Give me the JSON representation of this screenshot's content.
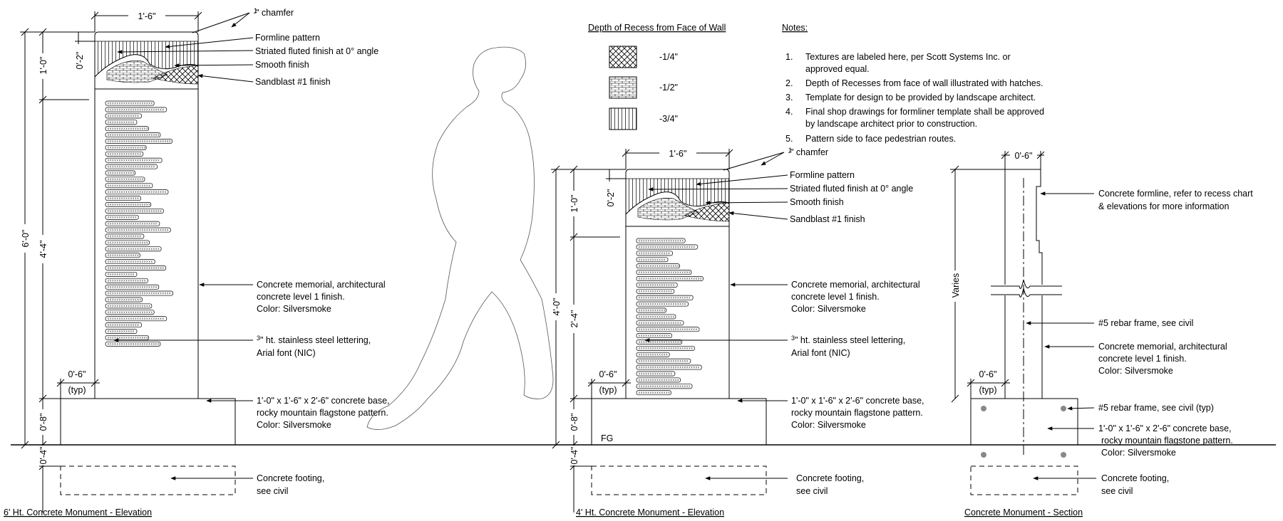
{
  "elevation_6ft": {
    "title": "6' Ht. Concrete Monument - Elevation",
    "dims": {
      "width_top": "1'-6\"",
      "overall_height": "6'-0\"",
      "cap": "1'-0\"",
      "cap_recess": "0'-2\"",
      "body": "4'-4\"",
      "base": "0'-8\"",
      "footing": "0'-4\"",
      "offset": "0'-6\"",
      "offset_typ": "(typ)"
    },
    "notes": {
      "chamfer_num": "1",
      "chamfer_den": "2",
      "chamfer_suffix": "\" chamfer",
      "formline": "Formline pattern",
      "striated": "Striated fluted finish at 0° angle",
      "smooth": "Smooth finish",
      "sandblast": "Sandblast #1 finish",
      "memorial_1": "Concrete memorial, architectural",
      "memorial_2": "concrete level 1 finish.",
      "memorial_3": "Color: Silversmoke",
      "lettering_num": "3",
      "lettering_den": "4",
      "lettering_1": "\" ht. stainless steel lettering,",
      "lettering_2": "Arial font (NIC)",
      "base_1": "1'-0\" x 1'-6\" x 2'-6\" concrete base,",
      "base_2": "rocky mountain flagstone pattern.",
      "base_3": "Color: Silversmoke",
      "footing_1": "Concrete footing,",
      "footing_2": "see civil"
    }
  },
  "elevation_4ft": {
    "title": "4' Ht. Concrete Monument - Elevation",
    "dims": {
      "width_top": "1'-6\"",
      "overall_height": "4'-0\"",
      "cap": "1'-0\"",
      "cap_recess": "0'-2\"",
      "body": "2'-4\"",
      "base": "0'-8\"",
      "footing": "0'-4\"",
      "offset": "0'-6\"",
      "offset_typ": "(typ)",
      "grade": "FG"
    },
    "notes": {
      "chamfer_num": "1",
      "chamfer_den": "2",
      "chamfer_suffix": "\" chamfer",
      "formline": "Formline pattern",
      "striated": "Striated fluted finish at 0° angle",
      "smooth": "Smooth finish",
      "sandblast": "Sandblast #1 finish",
      "memorial_1": "Concrete memorial, architectural",
      "memorial_2": "concrete level 1 finish.",
      "memorial_3": "Color: Silversmoke",
      "lettering_num": "3",
      "lettering_den": "4",
      "lettering_1": "\" ht. stainless steel lettering,",
      "lettering_2": "Arial font (NIC)",
      "base_1": "1'-0\" x 1'-6\" x 2'-6\" concrete base,",
      "base_2": "rocky mountain flagstone pattern.",
      "base_3": "Color: Silversmoke",
      "footing_1": "Concrete footing,",
      "footing_2": "see civil"
    }
  },
  "section": {
    "title": "Concrete Monument - Section",
    "dims": {
      "top": "0'-6\"",
      "height": "Varies",
      "offset": "0'-6\"",
      "offset_typ": "(typ)"
    },
    "notes": {
      "formline_1": "Concrete formline, refer to recess chart",
      "formline_2": "& elevations for more information",
      "rebar": "#5 rebar frame, see civil",
      "memorial_1": "Concrete memorial, architectural",
      "memorial_2": "concrete level 1 finish.",
      "memorial_3": "Color: Silversmoke",
      "rebar_typ": "#5 rebar frame, see civil (typ)",
      "base_1": "1'-0\" x 1'-6\" x 2'-6\" concrete base,",
      "base_2": "rocky mountain flagstone pattern.",
      "base_3": "Color: Silversmoke",
      "footing_1": "Concrete footing,",
      "footing_2": "see civil"
    }
  },
  "legend": {
    "title": "Depth of Recess from Face of Wall",
    "items": [
      "-1/4\"",
      "-1/2\"",
      "-3/4\""
    ]
  },
  "notes": {
    "title": "Notes:",
    "items": [
      {
        "num": "1.",
        "lines": [
          "Textures are labeled here, per Scott Systems Inc. or",
          "approved equal."
        ]
      },
      {
        "num": "2.",
        "lines": [
          "Depth of Recesses from face of wall illustrated with hatches."
        ]
      },
      {
        "num": "3.",
        "lines": [
          "Template for design to be provided by landscape architect."
        ]
      },
      {
        "num": "4.",
        "lines": [
          "Final shop drawings for formliner template shall be approved",
          "by landscape architect prior to construction."
        ]
      },
      {
        "num": "5.",
        "lines": [
          "Pattern side to face pedestrian routes."
        ]
      }
    ]
  },
  "lettering_placeholder": "XXXXXX XXXXXXX XXXXXXX"
}
